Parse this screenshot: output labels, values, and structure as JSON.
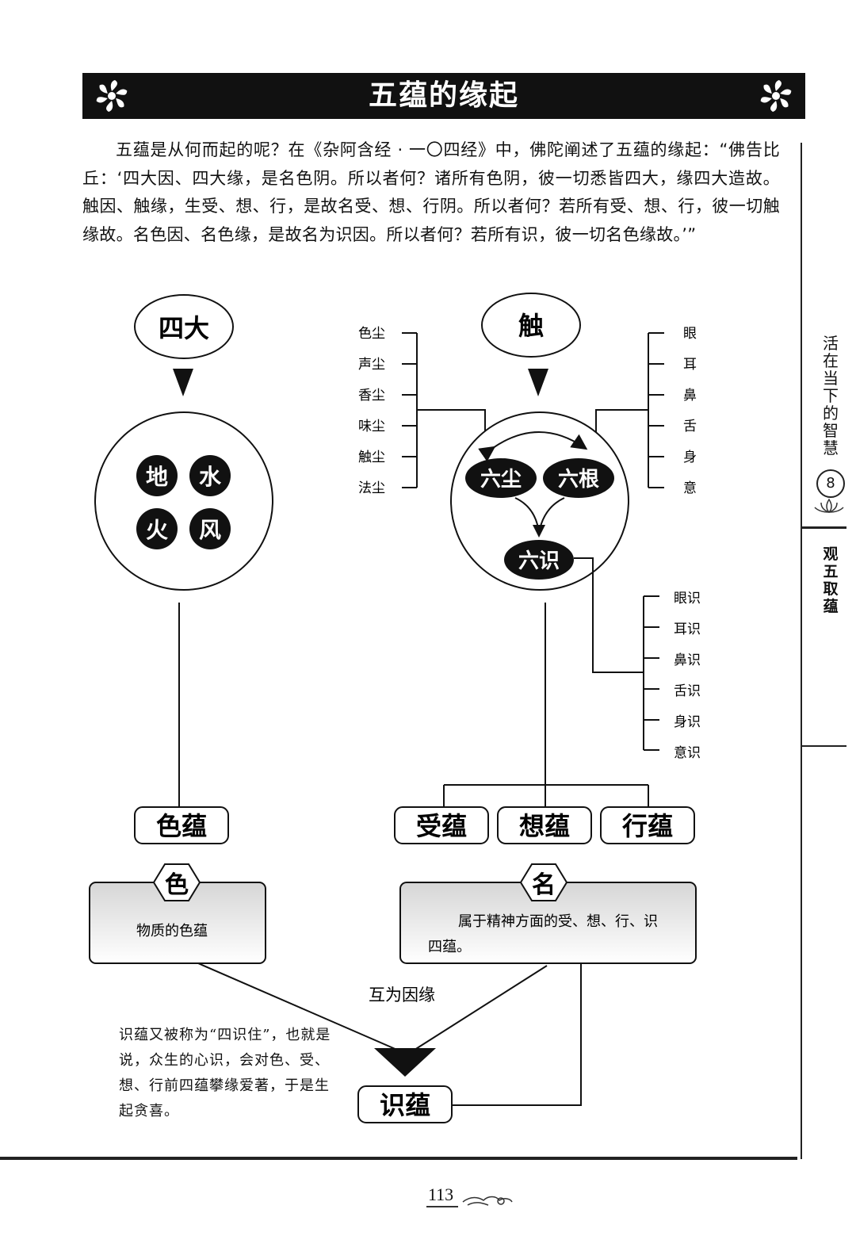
{
  "title": "五蕴的缘起",
  "intro": "五蕴是从何而起的呢？在《杂阿含经 · 一〇四经》中，佛陀阐述了五蕴的缘起：“佛告比丘：‘四大因、四大缘，是名色阴。所以者何？诸所有色阴，彼一切悉皆四大，缘四大造故。触因、触缘，生受、想、行，是故名受、想、行阴。所以者何？若所有受、想、行，彼一切触缘故。名色因、名色缘，是故名为识因。所以者何？若所有识，彼一切名色缘故。’”",
  "side_tab": {
    "book_title": "活在当下的智慧",
    "volume": "8",
    "chapter": "观五取蕴"
  },
  "page_number": "113",
  "diagram": {
    "left": {
      "top_oval": "四大",
      "elements": [
        "地",
        "水",
        "火",
        "风"
      ],
      "aggregate": "色蕴",
      "hex_label": "色",
      "box_text": "物质的色蕴"
    },
    "right": {
      "top_oval": "触",
      "dusts": [
        "色尘",
        "声尘",
        "香尘",
        "味尘",
        "触尘",
        "法尘"
      ],
      "roots": [
        "眼",
        "耳",
        "鼻",
        "舌",
        "身",
        "意"
      ],
      "six_dust": "六尘",
      "six_root": "六根",
      "six_consciousness": "六识",
      "consciousnesses": [
        "眼识",
        "耳识",
        "鼻识",
        "舌识",
        "身识",
        "意识"
      ],
      "aggregates": [
        "受蕴",
        "想蕴",
        "行蕴"
      ],
      "hex_label": "名",
      "box_text_line1": "属于精神方面的受、想、行、识",
      "box_text_line2": "四蕴。"
    },
    "mutual_label": "互为因缘",
    "consciousness_aggregate": "识蕴",
    "note": "识蕴又被称为“四识住”，也就是说，众生的心识，会对色、受、想、行前四蕴攀缘爱著，于是生起贪喜。"
  }
}
